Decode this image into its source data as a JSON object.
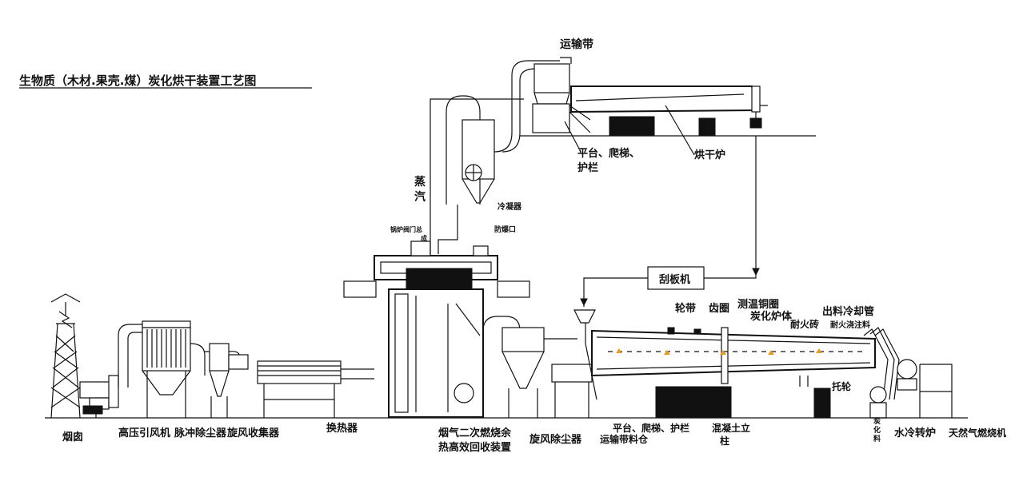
{
  "title": "生物质（木材.果壳.煤）炭化烘干装置工艺图",
  "labels": {
    "conveyor_top": "运输带",
    "platform_top_1": "平台、爬梯、",
    "platform_top_2": "护栏",
    "dryer": "烘干炉",
    "steam_1": "蒸",
    "steam_2": "汽",
    "condenser": "冷凝器",
    "boiler_valve_1": "锅炉阀门总",
    "boiler_valve_2": "成",
    "explosion_port": "防爆口",
    "scraper": "刮板机",
    "riding_ring": "轮带",
    "gear_ring": "齿圈",
    "copper_ring": "测温铜圈",
    "carbon_body": "炭化炉体",
    "discharge_pipe": "出料冷却管",
    "refractory_brick": "耐火砖",
    "refractory_cast": "耐火浇注料",
    "support_wheel": "托轮",
    "chimney": "烟囱",
    "fan": "高压引风机",
    "pulse_dust": "脉冲除尘器",
    "cyclone_collector": "旋风收集器",
    "heat_exchanger": "换热器",
    "flue_1": "烟气二次燃烧余",
    "flue_2": "热高效回收装置",
    "cyclone_dust": "旋风除尘器",
    "conveyor_bin": "运输带料仓",
    "platform_bottom": "平台、爬梯、护栏",
    "concrete_1": "混凝土立",
    "concrete_2": "柱",
    "charcoal_1": "炭",
    "charcoal_2": "化",
    "charcoal_3": "料",
    "water_cooler": "水冷转炉",
    "gas_burner": "天然气燃烧机"
  },
  "colors": {
    "line": "#111111",
    "flame": "#e69a2a",
    "background": "#ffffff"
  }
}
